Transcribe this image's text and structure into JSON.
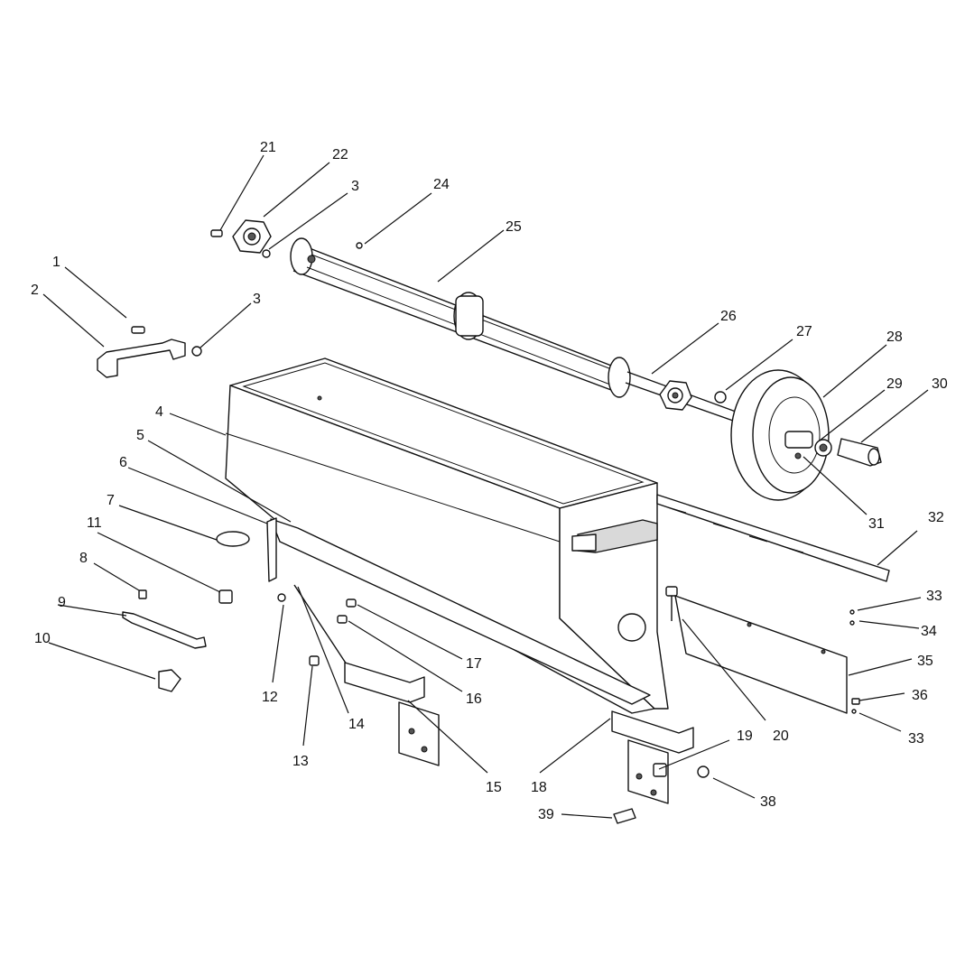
{
  "callouts": {
    "c1": "1",
    "c2": "2",
    "c3a": "3",
    "c3b": "3",
    "c4": "4",
    "c5": "5",
    "c6": "6",
    "c7": "7",
    "c8": "8",
    "c9": "9",
    "c10": "10",
    "c11": "11",
    "c12": "12",
    "c13": "13",
    "c14": "14",
    "c15": "15",
    "c16": "16",
    "c17": "17",
    "c18": "18",
    "c19": "19",
    "c20": "20",
    "c21": "21",
    "c22": "22",
    "c24": "24",
    "c25": "25",
    "c26": "26",
    "c27": "27",
    "c28": "28",
    "c29": "29",
    "c30": "30",
    "c31": "31",
    "c32": "32",
    "c33a": "33",
    "c33b": "33",
    "c34": "34",
    "c35": "35",
    "c36": "36",
    "c38": "38",
    "c39": "39"
  }
}
